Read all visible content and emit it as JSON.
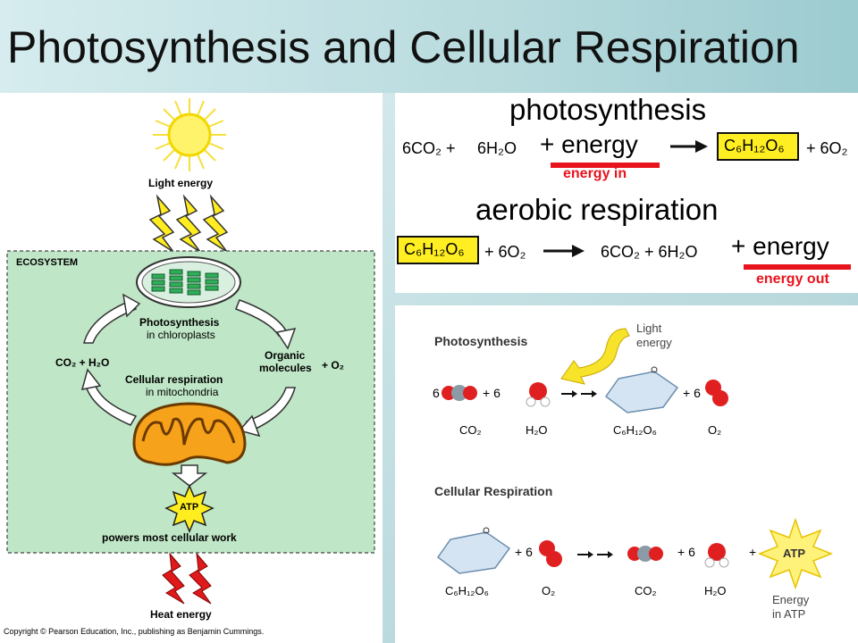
{
  "title": "Photosynthesis and Cellular Respiration",
  "left": {
    "light_energy": "Light energy",
    "ecosystem": "ECOSYSTEM",
    "photosynthesis_1": "Photosynthesis",
    "photosynthesis_2": "in chloroplasts",
    "co2_h2o": "CO₂ + H₂O",
    "organic_1": "Organic",
    "organic_2": "molecules",
    "plus_o2": "+ O₂",
    "resp_1": "Cellular respiration",
    "resp_2": "in mitochondria",
    "atp": "ATP",
    "powers": "powers most cellular work",
    "heat_energy": "Heat energy",
    "copyright": "Copyright © Pearson Education, Inc., publishing as Benjamin Cummings."
  },
  "top_right": {
    "photo_heading": "photosynthesis",
    "photo_reactant_1": "6CO₂ +",
    "photo_reactant_2": "6H₂O",
    "photo_energy": "+ energy",
    "photo_product": "C₆H₁₂O₆",
    "photo_o2": "+ 6O₂",
    "energy_in": "energy in",
    "aerobic_heading": "aerobic respiration",
    "resp_glucose": "C₆H₁₂O₆",
    "resp_o2": "+ 6O₂",
    "resp_products": "6CO₂ +  6H₂O",
    "resp_energy": "+ energy",
    "energy_out": "energy out"
  },
  "bottom_right": {
    "photo_label": "Photosynthesis",
    "light_1": "Light",
    "light_2": "energy",
    "six": "6",
    "plus_six": "+ 6",
    "co2": "CO₂",
    "h2o": "H₂O",
    "glucose": "C₆H₁₂O₆",
    "o2": "O₂",
    "resp_label": "Cellular Respiration",
    "atp": "ATP",
    "energy_1": "Energy",
    "energy_2": "in ATP",
    "plus": "+"
  }
}
